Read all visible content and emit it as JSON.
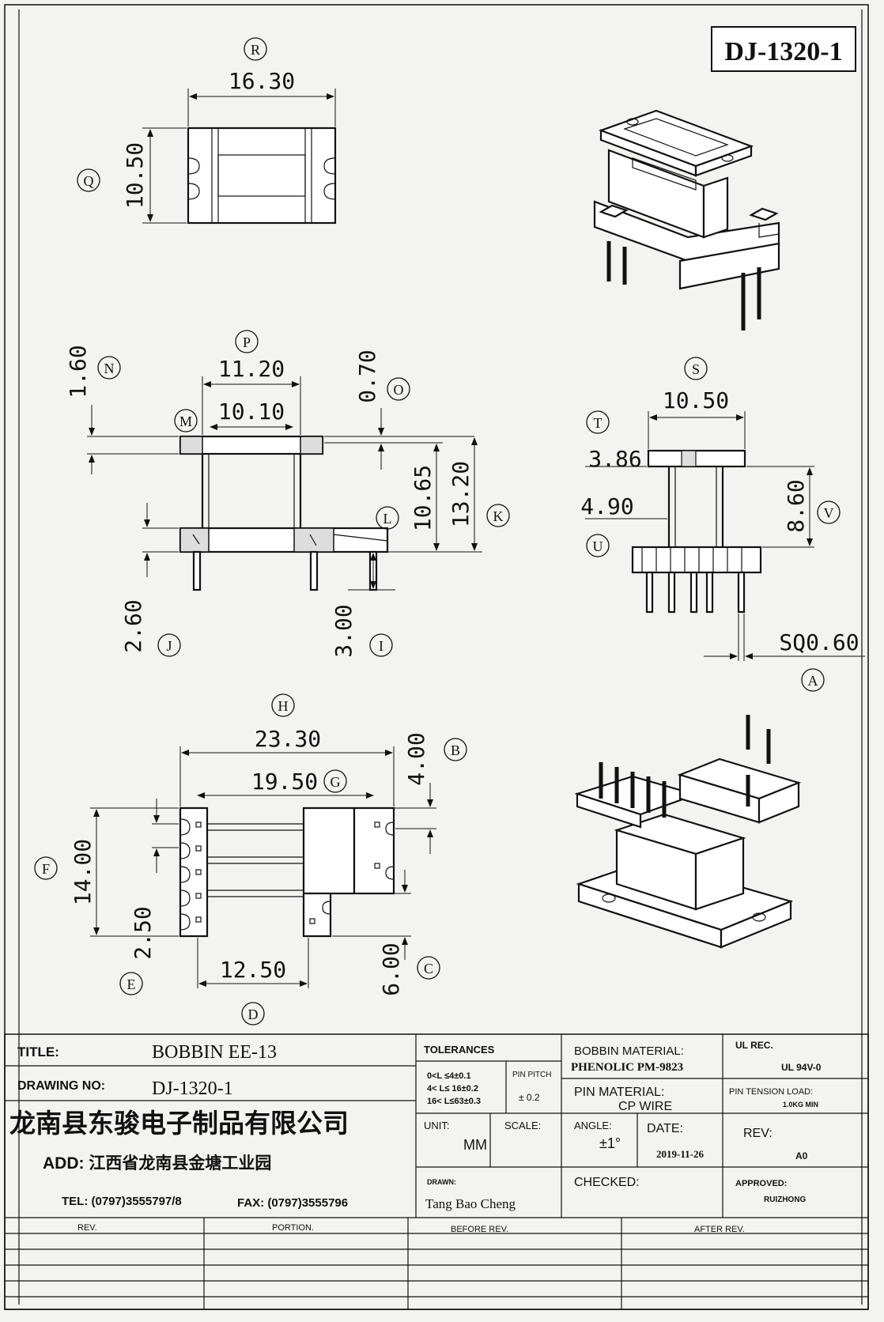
{
  "drawing_id": "DJ-1320-1",
  "views": {
    "top": {
      "dim_width": "16.30",
      "dim_height": "10.50",
      "label_width": "R",
      "label_height": "Q"
    },
    "front": {
      "dim_n": "1.60",
      "label_n": "N",
      "dim_p": "11.20",
      "label_p": "P",
      "dim_m": "10.10",
      "label_m": "M",
      "dim_o": "0.70",
      "label_o": "O",
      "dim_l": "10.65",
      "label_l": "L",
      "dim_k": "13.20",
      "label_k": "K",
      "dim_j": "2.60",
      "label_j": "J",
      "dim_i": "3.00",
      "label_i": "I"
    },
    "side": {
      "dim_s": "10.50",
      "label_s": "S",
      "dim_t": "3.86",
      "label_t": "T",
      "dim_u": "4.90",
      "label_u": "U",
      "dim_v": "8.60",
      "label_v": "V",
      "dim_a": "SQ0.60",
      "label_a": "A"
    },
    "bottom": {
      "dim_h": "23.30",
      "label_h": "H",
      "dim_g": "19.50",
      "label_g": "G",
      "dim_b": "4.00",
      "label_b": "B",
      "dim_f": "14.00",
      "label_f": "F",
      "dim_e": "2.50",
      "label_e": "E",
      "dim_d": "12.50",
      "label_d": "D",
      "dim_c": "6.00",
      "label_c": "C"
    }
  },
  "title_block": {
    "title_label": "TITLE:",
    "title_value": "BOBBIN EE-13",
    "drawing_no_label": "DRAWING NO:",
    "drawing_no_value": "DJ-1320-1",
    "company": "龙南县东骏电子制品有限公司",
    "address": "ADD: 江西省龙南县金塘工业园",
    "tel": "TEL: (0797)3555797/8",
    "fax": "FAX: (0797)3555796",
    "tolerances_label": "TOLERANCES",
    "tol_line1": "0<L ≤4±0.1",
    "tol_line2": "4< L≤  16±0.2",
    "tol_line3": "16< L≤63±0.3",
    "pin_pitch_label": "PIN PITCH",
    "pin_pitch_value": "± 0.2",
    "bobbin_material_label": "BOBBIN MATERIAL:",
    "bobbin_material_value": "PHENOLIC  PM-9823",
    "ul_rec_label": "UL REC.",
    "ul_rec_value": "UL 94V-0",
    "pin_material_label": "PIN MATERIAL:",
    "pin_material_value": "CP WIRE",
    "pin_tension_label": "PIN TENSION LOAD:",
    "pin_tension_value": "1.0KG MIN",
    "unit_label": "UNIT:",
    "unit_value": "MM",
    "scale_label": "SCALE:",
    "angle_label": "ANGLE:",
    "angle_value": "±1°",
    "date_label": "DATE:",
    "date_value": "2019-11-26",
    "rev_label": "REV:",
    "rev_value": "A0",
    "drawn_label": "DRAWN:",
    "drawn_value": "Tang Bao Cheng",
    "checked_label": "CHECKED:",
    "approved_label": "APPROVED:",
    "approved_value": "RUIZHONG",
    "rev_col": "REV.",
    "portion_col": "PORTION.",
    "before_rev_col": "BEFORE REV.",
    "after_rev_col": "AFTER REV."
  }
}
